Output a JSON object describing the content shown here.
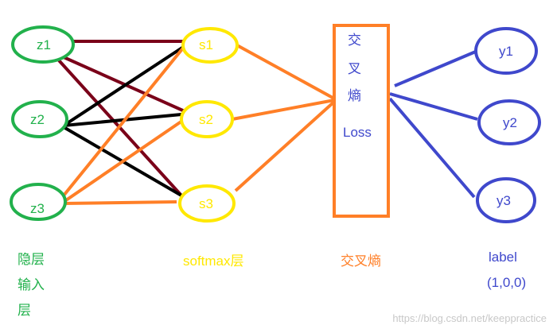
{
  "nodes": {
    "z1": "z1",
    "z2": "z2",
    "z3": "z3",
    "s1": "s1",
    "s2": "s2",
    "s3": "s3",
    "y1": "y1",
    "y2": "y2",
    "y3": "y3"
  },
  "loss_box": {
    "chars": [
      "交",
      "叉",
      "熵"
    ],
    "label": "Loss"
  },
  "captions": {
    "hidden": [
      "隐层",
      "输入",
      "层"
    ],
    "softmax": "softmax层",
    "cross_entropy": "交叉熵",
    "label": [
      "label",
      "(1,0,0)"
    ]
  },
  "watermark": "https://blog.csdn.net/keeppractice",
  "colors": {
    "hidden": "#22b14c",
    "softmax": "#ffe800",
    "loss": "#ff7f27",
    "label": "#3f48cc",
    "edge_dark_red": "#7a0019",
    "edge_black": "#000000",
    "edge_orange": "#ff7f27",
    "edge_blue": "#3f48cc"
  }
}
